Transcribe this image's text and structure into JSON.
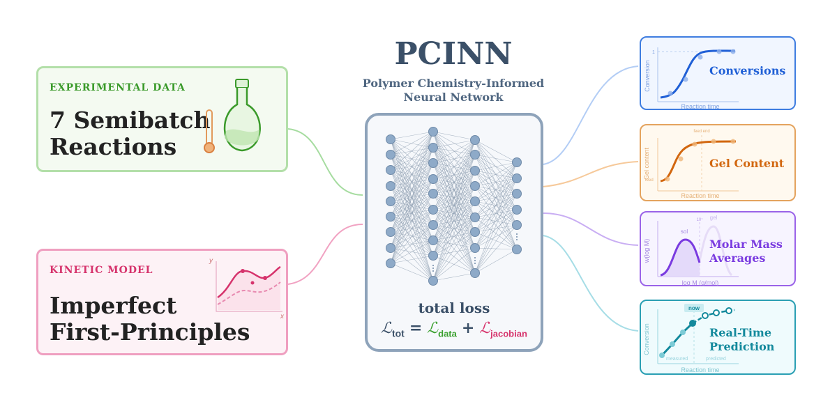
{
  "title": "PCINN",
  "subtitle": [
    "Polymer Chemistry-Informed",
    "Neural Network"
  ],
  "inputs": [
    {
      "tag": "EXPERIMENTAL DATA",
      "title": [
        "7 Semibatch",
        "Reactions"
      ],
      "color": "#3a9a2a",
      "icon": "flask-thermometer-icon"
    },
    {
      "tag": "KINETIC MODEL",
      "title": [
        "Imperfect",
        "First-Principles"
      ],
      "color": "#d6336c",
      "icon": "kinetic-curve-plot-icon",
      "axis_y": "y",
      "axis_x": "x"
    }
  ],
  "loss": {
    "label": "total loss",
    "tot": "tot",
    "data": "data",
    "jacobian": "jacobian",
    "L": "ℒ",
    "eq": "=",
    "plus": "+"
  },
  "outputs": [
    {
      "title": [
        "Conversions"
      ],
      "color": "#1f5fd6",
      "xlabel": "Reaction time",
      "ylabel": "Conversion",
      "mark": "1"
    },
    {
      "title": [
        "Gel Content"
      ],
      "color": "#d2670f",
      "xlabel": "Reaction time",
      "ylabel": "Gel content",
      "mark": "feed end",
      "mark2": "feed"
    },
    {
      "title": [
        "Molar Mass",
        "Averages"
      ],
      "color": "#7a3be0",
      "xlabel": "log M (g/mol)",
      "ylabel": "w(log M)",
      "mark": "10⁷",
      "sol": "sol",
      "gel": "gel"
    },
    {
      "title": [
        "Real-Time",
        "Prediction"
      ],
      "color": "#13899c",
      "xlabel": "Reaction time",
      "ylabel": "Conversion",
      "now": "now",
      "measured": "measured",
      "predicted": "predicted"
    }
  ]
}
